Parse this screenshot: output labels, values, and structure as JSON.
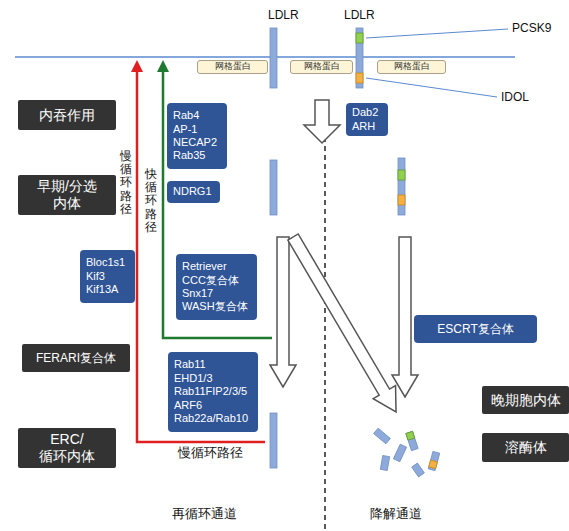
{
  "diagram": {
    "nodes": [
      {
        "text": [
          "网格蛋白"
        ]
      },
      {
        "text": [
          "网格蛋白"
        ]
      },
      {
        "text": [
          "网格蛋白"
        ]
      },
      {
        "text": [
          "内吞作用"
        ]
      },
      {
        "text": [
          "Rab4 AP-1 NECAP2 Rab35"
        ]
      },
      {
        "text": [
          "Dab2 ARH"
        ]
      },
      {
        "text": [
          "早期/分选 内体"
        ]
      },
      {
        "text": [
          "NDRG1"
        ]
      },
      {
        "text": [
          "Bloc1s1 Kif3 Kif13A"
        ]
      },
      {
        "text": [
          "Retriever CCC复合体 Snx17 WASH复合体"
        ]
      },
      {
        "text": [
          "ESCRT复合体"
        ]
      },
      {
        "text": [
          "FERARI复合体"
        ]
      },
      {
        "text": [
          "Rab11 EHD1/3 Rab11FIP2/3/5 ARF6 Rab22a/Rab10"
        ]
      },
      {
        "text": [
          "晚期胞内体"
        ]
      },
      {
        "text": [
          "ERC/ 循环内体"
        ]
      },
      {
        "text": [
          "溶酶体"
        ]
      }
    ],
    "labels": [
      "LDLR",
      "LDLR",
      "PCSK9",
      "IDOL",
      "慢循环路径",
      "快循环路径",
      "慢循环路径",
      "再循环通道",
      "降解通道"
    ]
  }
}
